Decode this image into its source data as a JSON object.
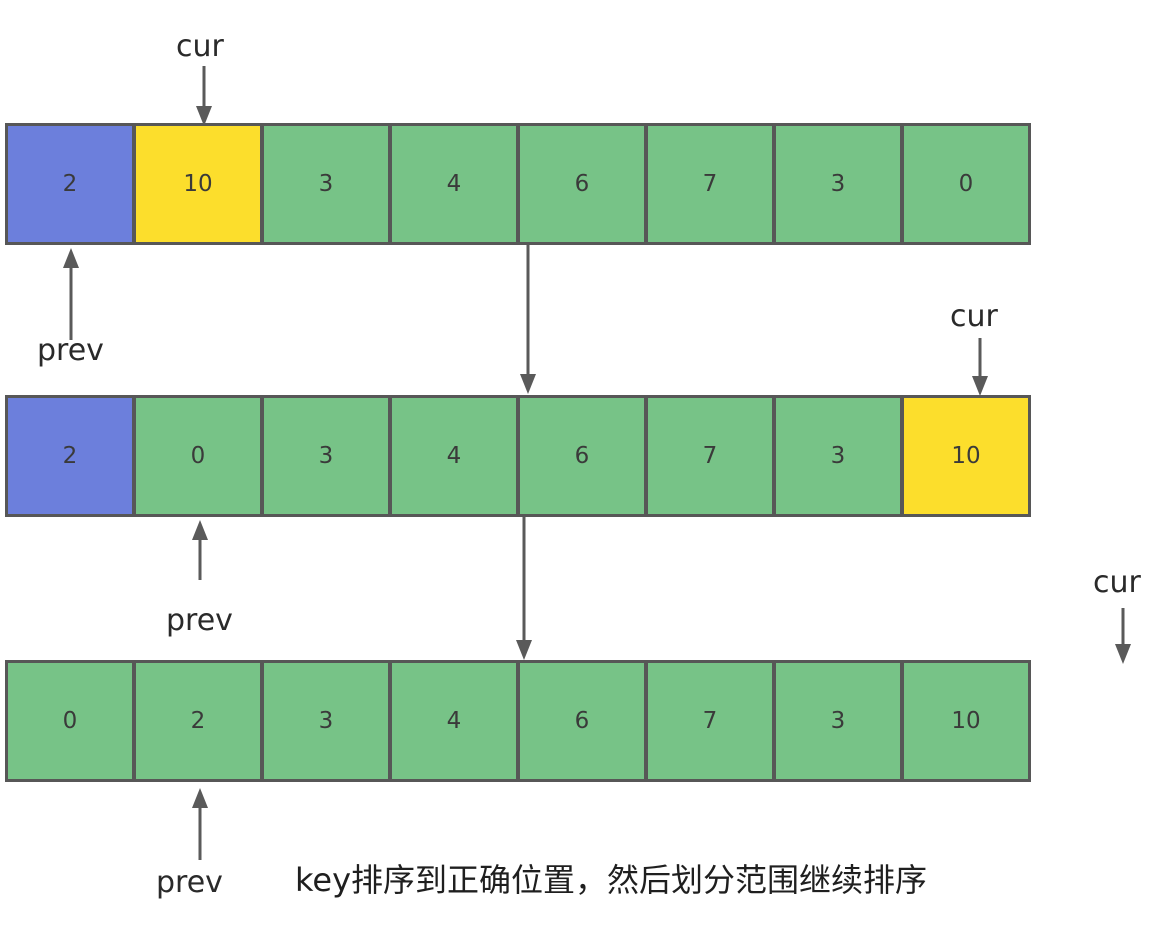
{
  "rows": [
    {
      "cells": [
        {
          "value": "2",
          "color": "#6c7fdc"
        },
        {
          "value": "10",
          "color": "#fcde2c"
        },
        {
          "value": "3",
          "color": "#77c387"
        },
        {
          "value": "4",
          "color": "#77c387"
        },
        {
          "value": "6",
          "color": "#77c387"
        },
        {
          "value": "7",
          "color": "#77c387"
        },
        {
          "value": "3",
          "color": "#77c387"
        },
        {
          "value": "0",
          "color": "#77c387"
        }
      ],
      "cur_label": "cur",
      "prev_label": "prev"
    },
    {
      "cells": [
        {
          "value": "2",
          "color": "#6c7fdc"
        },
        {
          "value": "0",
          "color": "#77c387"
        },
        {
          "value": "3",
          "color": "#77c387"
        },
        {
          "value": "4",
          "color": "#77c387"
        },
        {
          "value": "6",
          "color": "#77c387"
        },
        {
          "value": "7",
          "color": "#77c387"
        },
        {
          "value": "3",
          "color": "#77c387"
        },
        {
          "value": "10",
          "color": "#fcde2c"
        }
      ],
      "cur_label": "cur",
      "prev_label": "prev"
    },
    {
      "cells": [
        {
          "value": "0",
          "color": "#77c387"
        },
        {
          "value": "2",
          "color": "#77c387"
        },
        {
          "value": "3",
          "color": "#77c387"
        },
        {
          "value": "4",
          "color": "#77c387"
        },
        {
          "value": "6",
          "color": "#77c387"
        },
        {
          "value": "7",
          "color": "#77c387"
        },
        {
          "value": "3",
          "color": "#77c387"
        },
        {
          "value": "10",
          "color": "#77c387"
        }
      ],
      "cur_label": "cur",
      "prev_label": "prev"
    }
  ],
  "caption": "key排序到正确位置，然后划分范围继续排序",
  "colors": {
    "key": "#6c7fdc",
    "cur": "#fcde2c",
    "other": "#77c387",
    "border": "#575757",
    "arrow": "#5a5a5a"
  }
}
